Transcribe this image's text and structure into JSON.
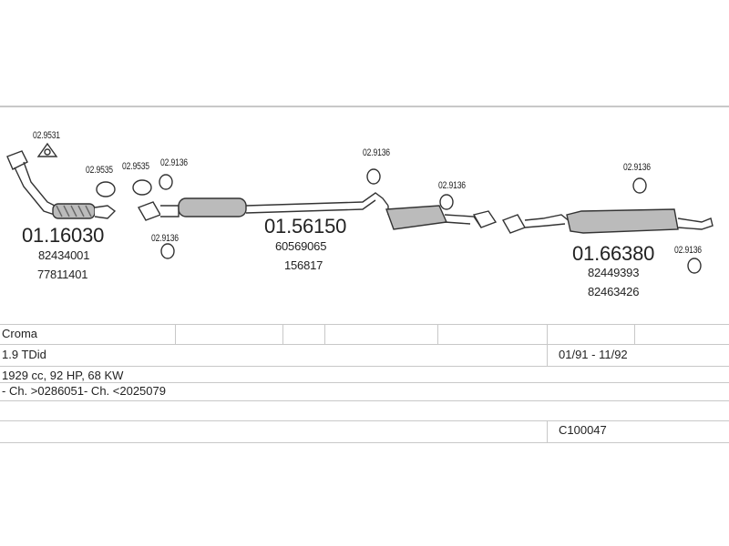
{
  "parts": {
    "flex_pipe": {
      "part": "01.16030",
      "refs": [
        "82434001",
        "77811401"
      ]
    },
    "middle_silencer": {
      "part": "01.56150",
      "refs": [
        "60569065",
        "156817"
      ]
    },
    "rear_silencer": {
      "part": "01.66380",
      "refs": [
        "82449393",
        "82463426"
      ]
    },
    "gaskets": {
      "g1": "02.9531",
      "g2": "02.9535",
      "g3": "02.9535",
      "g4": "02.9136",
      "g5": "02.9136",
      "g6": "02.9136",
      "g7": "02.9136",
      "g8": "02.9136",
      "g9": "02.9136"
    }
  },
  "table": {
    "model": "Croma",
    "engine": "1.9 TDid",
    "period": "01/91 - 11/92",
    "specs": "1929 cc, 92 HP, 68 KW",
    "chassis": "- Ch. >0286051- Ch. <2025079",
    "code": "C100047"
  },
  "colors": {
    "line": "#c8c8c8",
    "ink": "#222222",
    "part_fill": "#b0b0b0"
  }
}
